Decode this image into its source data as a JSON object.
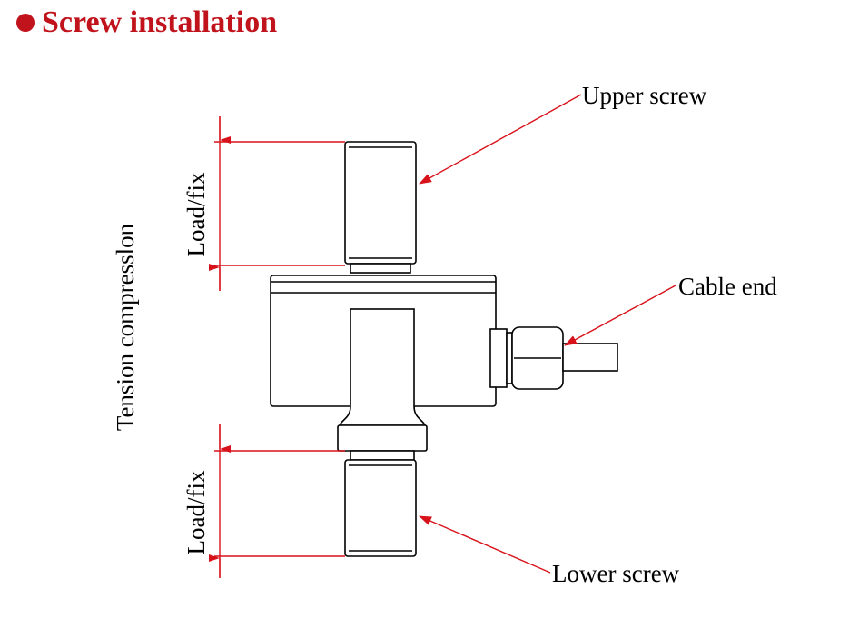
{
  "header": {
    "title": "Screw installation",
    "accent_color": "#c0131b"
  },
  "diagram": {
    "labels": {
      "upper_screw": "Upper screw",
      "cable_end": "Cable end",
      "lower_screw": "Lower screw",
      "tension_compression": "Tension compresslon",
      "load_fix_top": "Load/fix",
      "load_fix_bottom": "Load/fix"
    },
    "icons": {
      "bullet": "filled-circle"
    }
  }
}
